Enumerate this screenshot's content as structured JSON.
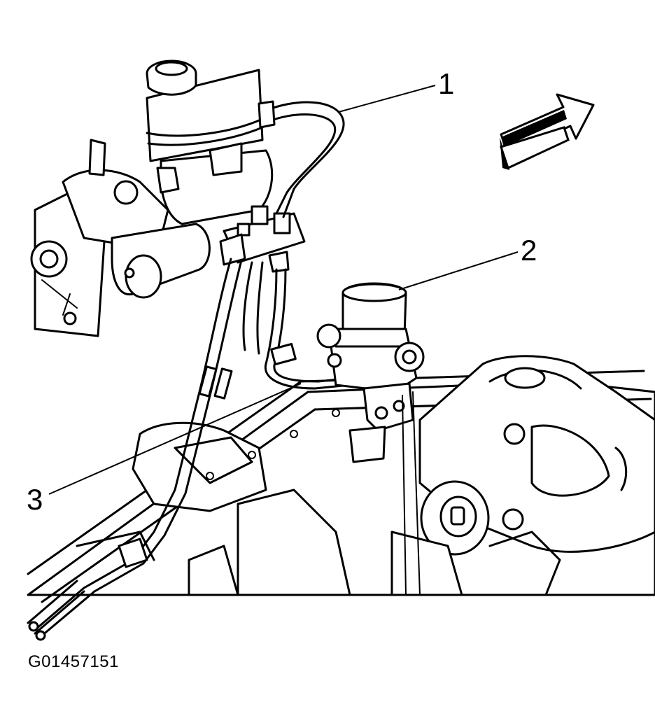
{
  "figure": {
    "id": "G01457151",
    "callouts": [
      {
        "number": "1",
        "part": "brake-line-master-cylinder-to-combination-valve"
      },
      {
        "number": "2",
        "part": "abs-modulator-valve"
      },
      {
        "number": "3",
        "part": "brake-pipes-along-frame-rail"
      }
    ],
    "direction_arrow_icon": "front-direction-arrow-icon"
  },
  "colors": {
    "line_art": "#000000",
    "background": "#ffffff"
  }
}
